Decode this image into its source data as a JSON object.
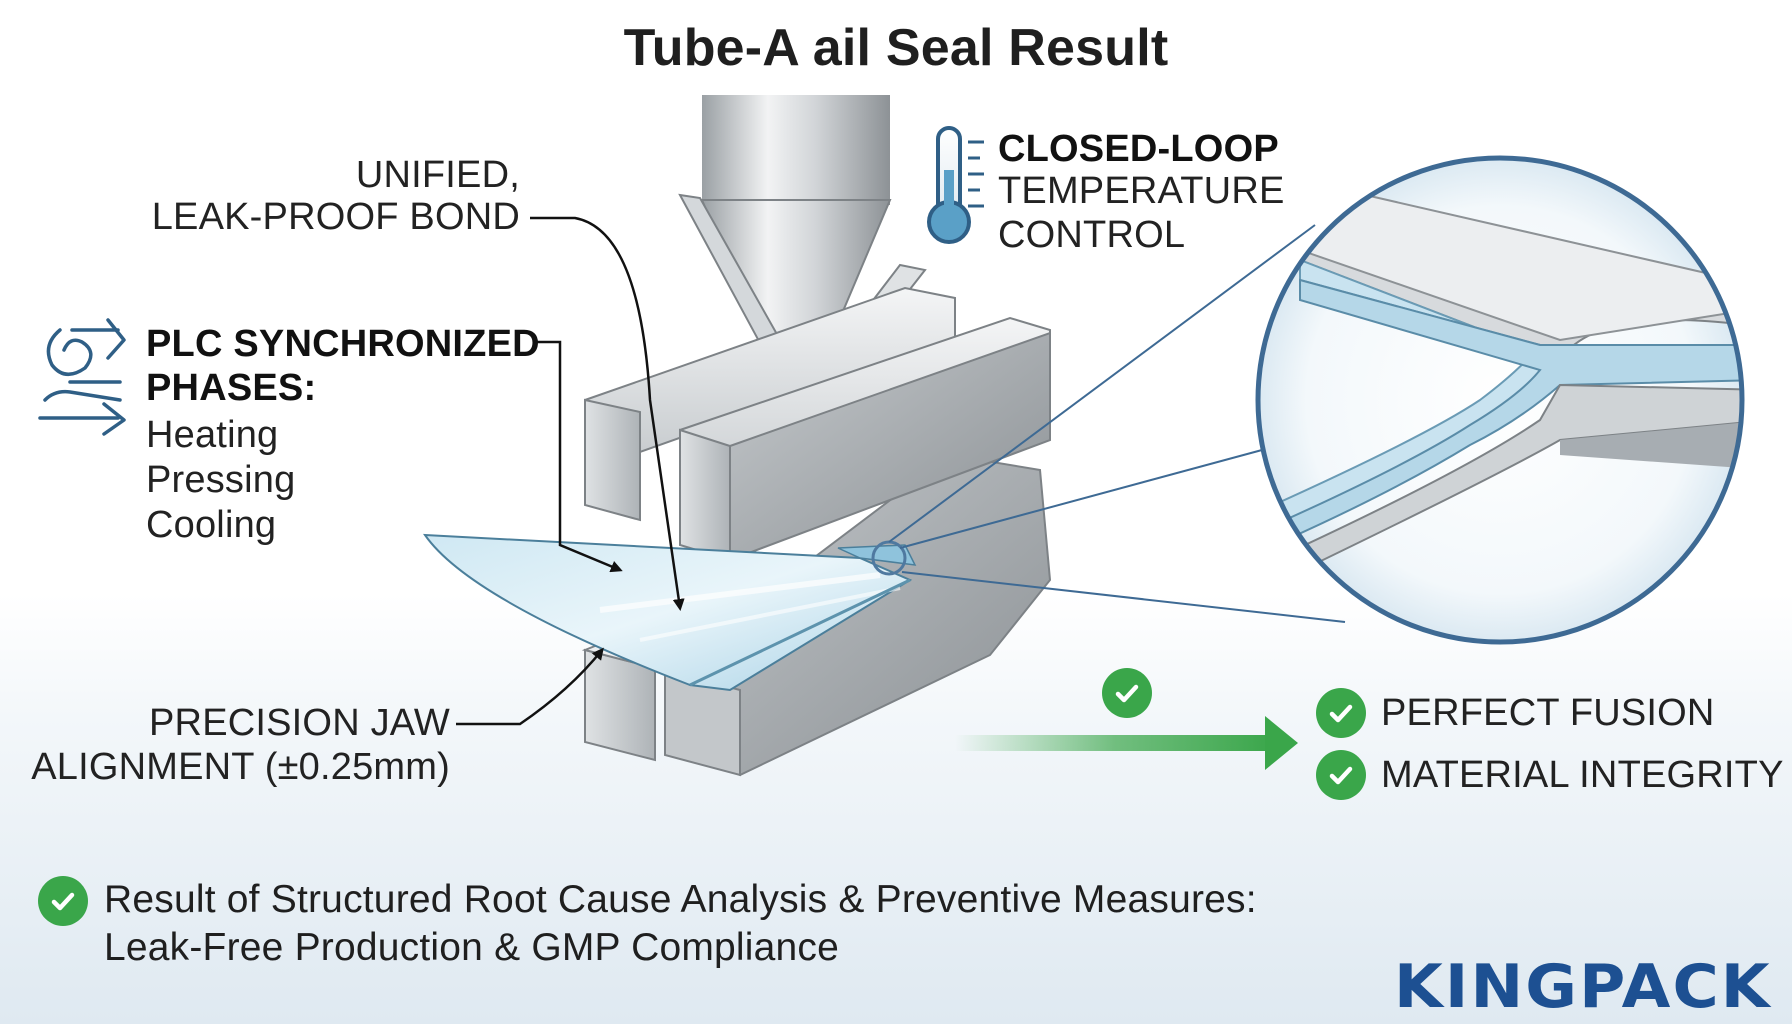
{
  "title": "Tube-A ail Seal Result",
  "labels": {
    "bond_line1": "UNIFIED,",
    "bond_line2": "LEAK-PROOF BOND",
    "temp_line1": "CLOSED-LOOP",
    "temp_line2": "TEMPERATURE",
    "temp_line3": "CONTROL",
    "plc_line1": "PLC SYNCHRONIZED",
    "plc_line2": "PHASES:",
    "phases": [
      "Heating",
      "Pressing",
      "Cooling"
    ],
    "jaw_line1": "PRECISION JAW",
    "jaw_line2": "ALIGNMENT (±0.25mm)"
  },
  "results": [
    {
      "label": "PERFECT FUSION"
    },
    {
      "label": "MATERIAL INTEGRITY"
    }
  ],
  "summary": {
    "line1": "Result of Structured Root Cause Analysis & Preventive Measures:",
    "line2": "Leak-Free Production & GMP Compliance"
  },
  "logo": "KINGPACK",
  "icons": [
    "thermometer-icon",
    "phase-flow-icon",
    "checkmark-icon"
  ],
  "colors": {
    "accent_green": "#3aa64a",
    "brand_blue": "#1d5092",
    "steel_light": "#e6e8ea",
    "steel_dark": "#8d9296",
    "film_blue": "#bfe0ef"
  }
}
